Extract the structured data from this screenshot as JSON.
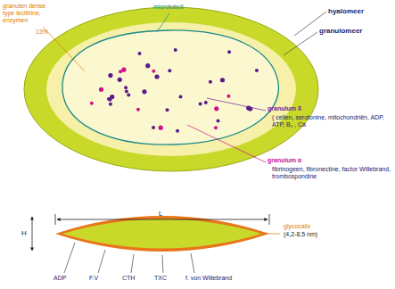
{
  "diagram": {
    "labels": [
      "granulen dense type lecithine, enzymen",
      "13%",
      "microtubuli",
      "hyalomeer",
      "granulomeer",
      "granulum δ",
      "( cellen, serotonine, mitochondriën, ADP, ATP, B₁ , Ca",
      "granulum α",
      "fibrinogeen, fibronectine, factor Willebrand, trombospondine",
      "L",
      "H",
      "glycocalix",
      "(4,2-8,5 nm)",
      "ADP",
      "F.V",
      "CTH",
      "TXC",
      "f. von Willebrand"
    ]
  }
}
